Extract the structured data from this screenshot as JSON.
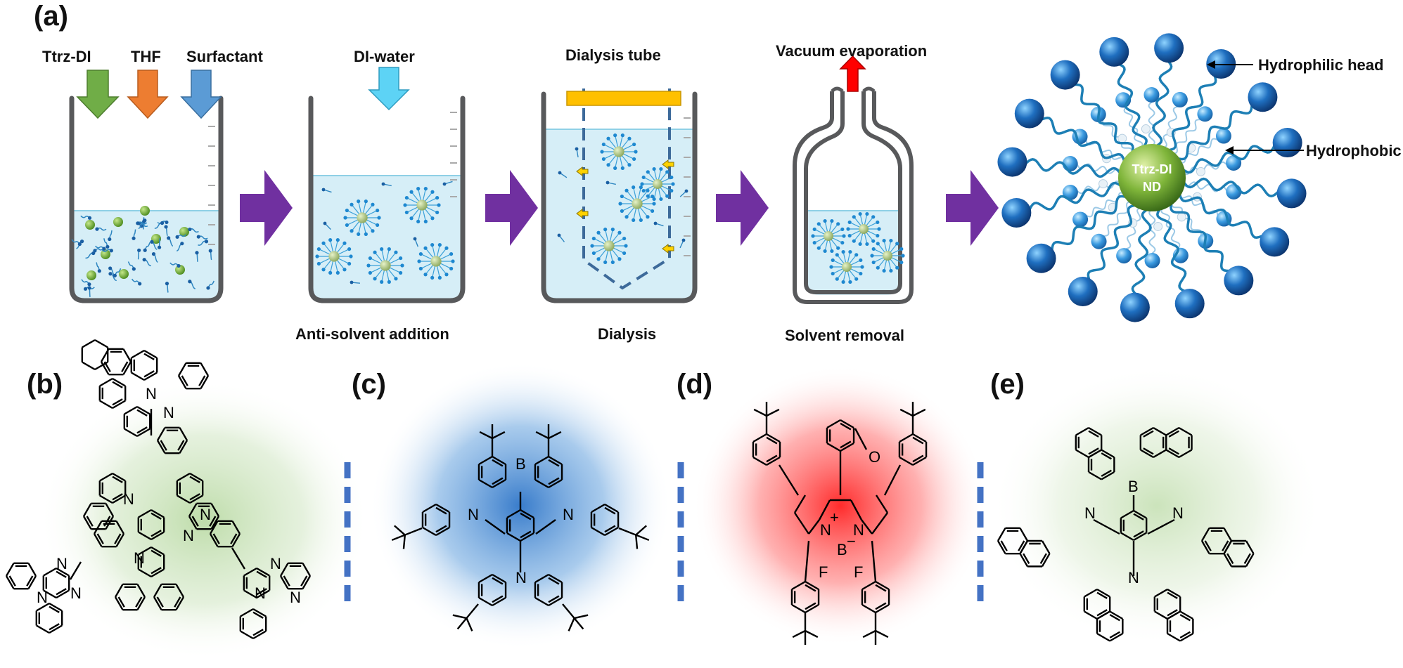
{
  "panels": {
    "a": "(a)",
    "b": "(b)",
    "c": "(c)",
    "d": "(d)",
    "e": "(e)"
  },
  "inputs": {
    "ttrz": "Ttrz-DI",
    "thf": "THF",
    "surfactant": "Surfactant",
    "water": "DI-water",
    "dialysis_tube": "Dialysis tube",
    "vacuum": "Vacuum evaporation"
  },
  "steps": {
    "antisolvent": "Anti-solvent addition",
    "dialysis": "Dialysis",
    "solvent_removal": "Solvent removal"
  },
  "nanodot": {
    "core_line1": "Ttrz-DI",
    "core_line2": "ND",
    "head": "Hydrophilic head",
    "tail": "Hydrophobic tail"
  },
  "atoms": {
    "N": "N",
    "B": "B",
    "O": "O",
    "F": "F",
    "plus": "+",
    "minus": "−"
  },
  "colors": {
    "green_arrow": "#70ad47",
    "orange_arrow": "#ed7d31",
    "blue_arrow": "#5b9bd5",
    "cyan_arrow": "#5dd3f5",
    "purple_arrow": "#7030a0",
    "solution": "#d6eef7",
    "tube_cap": "#ffc000",
    "glow_green": "#a9d18e",
    "glow_blue": "#4e8fd6",
    "glow_red": "#ff3030",
    "separator": "#4472c4"
  }
}
